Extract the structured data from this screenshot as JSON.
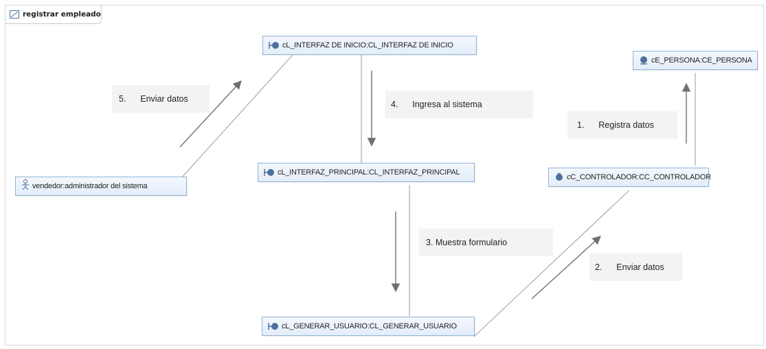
{
  "diagram": {
    "tab_title": "registrar empleado",
    "tab_icon": "diagram-icon",
    "nodes": {
      "actor": {
        "label": "vendedor:administrador del sistema",
        "icon": "actor-icon"
      },
      "interfaz_inicio": {
        "label": "cL_INTERFAZ DE INICIO:CL_INTERFAZ DE INICIO",
        "icon": "boundary-icon"
      },
      "interfaz_principal": {
        "label": "cL_INTERFAZ_PRINCIPAL:CL_INTERFAZ_PRINCIPAL",
        "icon": "boundary-icon"
      },
      "generar_usuario": {
        "label": "cL_GENERAR_USUARIO:CL_GENERAR_USUARIO",
        "icon": "boundary-icon"
      },
      "controlador": {
        "label": "cC_CONTROLADOR:CC_CONTROLADOR",
        "icon": "control-icon"
      },
      "persona": {
        "label": "cE_PERSONA:CE_PERSONA",
        "icon": "entity-icon"
      }
    },
    "messages": {
      "m1": "1.      Registra datos",
      "m2": "2.      Enviar datos",
      "m3": "3. Muestra formulario",
      "m4": "4.      Ingresa al sistema",
      "m5": "5.      Enviar datos"
    },
    "colors": {
      "node_border": "#8fb4d8",
      "node_fill": "#e3edf9",
      "icon_blue": "#4d6f9c",
      "link": "#a9a9a9",
      "arrow": "#707070",
      "message_bg": "#f3f3f3"
    }
  }
}
